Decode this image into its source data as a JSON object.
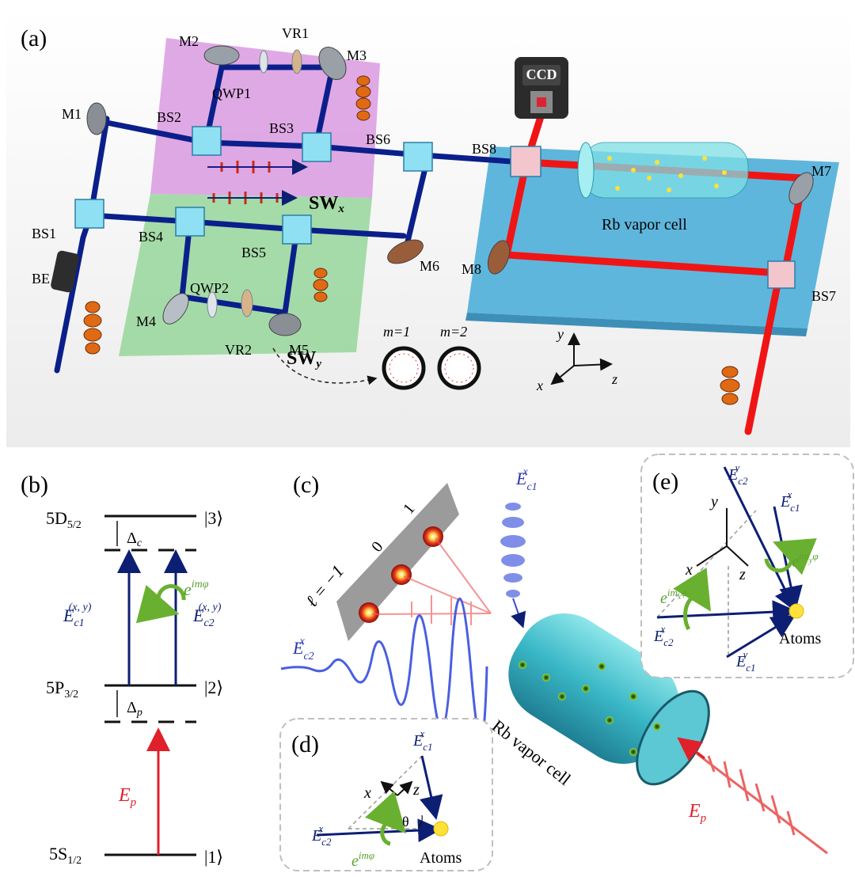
{
  "panel_a": {
    "label": "(a)",
    "mirrors": [
      "M1",
      "M2",
      "M3",
      "M4",
      "M5",
      "M6",
      "M7",
      "M8"
    ],
    "beam_splitters": [
      "BS1",
      "BS2",
      "BS3",
      "BS4",
      "BS5",
      "BS6",
      "BS7",
      "BS8"
    ],
    "waveplates": [
      "QWP1",
      "QWP2"
    ],
    "vortex_retarders": [
      "VR1",
      "VR2"
    ],
    "expander": "BE",
    "camera": "CCD",
    "cell": "Rb vapor cell",
    "sw_x": "SW",
    "sw_x_sub": "x",
    "sw_y": "SW",
    "sw_y_sub": "y",
    "mode1": "m=1",
    "mode2": "m=2",
    "axis_y": "y",
    "axis_x": "x",
    "axis_z": "z"
  },
  "panel_b": {
    "label": "(b)",
    "levels": [
      {
        "name": "5D",
        "sub": "5/2",
        "ket": "|3⟩"
      },
      {
        "name": "5P",
        "sub": "3/2",
        "ket": "|2⟩"
      },
      {
        "name": "5S",
        "sub": "1/2",
        "ket": "|1⟩"
      }
    ],
    "delta_c": "Δ",
    "delta_c_sub": "c",
    "delta_p": "Δ",
    "delta_p_sub": "p",
    "ec1": "E",
    "ec1_sub": "c1",
    "ec1_sup": "(x, y)",
    "ec2": "E",
    "ec2_sub": "c2",
    "ec2_sup": "(x, y)",
    "phase": "e",
    "phase_sup": "imφ",
    "ep": "E",
    "ep_sub": "p",
    "colors": {
      "coupling": "#0d1f73",
      "probe": "#e0202a",
      "phase": "#5aa02c"
    }
  },
  "panel_c": {
    "label": "(c)",
    "ell_label": "ℓ = −1",
    "ell0": "0",
    "ell1": "1",
    "ec1": "E",
    "ec1_sub": "c1",
    "ec1_sup": "x",
    "ec2": "E",
    "ec2_sub": "c2",
    "ec2_sup": "x",
    "cell": "Rb vapor cell",
    "ep": "E",
    "ep_sub": "p"
  },
  "panel_d": {
    "label": "(d)",
    "ec1": "E",
    "ec1_sub": "c1",
    "ec1_sup": "x",
    "ec2": "E",
    "ec2_sub": "c2",
    "ec2_sup": "x",
    "theta": "θ",
    "axis_x": "x",
    "axis_z": "z",
    "phase": "e",
    "phase_sup": "imφ",
    "atoms": "Atoms"
  },
  "panel_e": {
    "label": "(e)",
    "ec2y": "E",
    "ec2y_sub": "c2",
    "ec2y_sup": "y",
    "ec1x": "E",
    "ec1x_sub": "c1",
    "ec1x_sup": "x",
    "phase_y": "e",
    "phase_y_sup": "im",
    "phase_y_sup_sub": "y",
    "phase_y_sup_end": "φ",
    "phase_x": "e",
    "phase_x_sup": "im",
    "phase_x_sup_sub": "x",
    "phase_x_sup_end": "φ",
    "ec2x": "E",
    "ec2x_sub": "c2",
    "ec2x_sup": "x",
    "ec1y": "E",
    "ec1y_sub": "c1",
    "ec1y_sup": "y",
    "axis_y": "y",
    "axis_x": "x",
    "axis_z": "z",
    "atoms": "Atoms"
  }
}
